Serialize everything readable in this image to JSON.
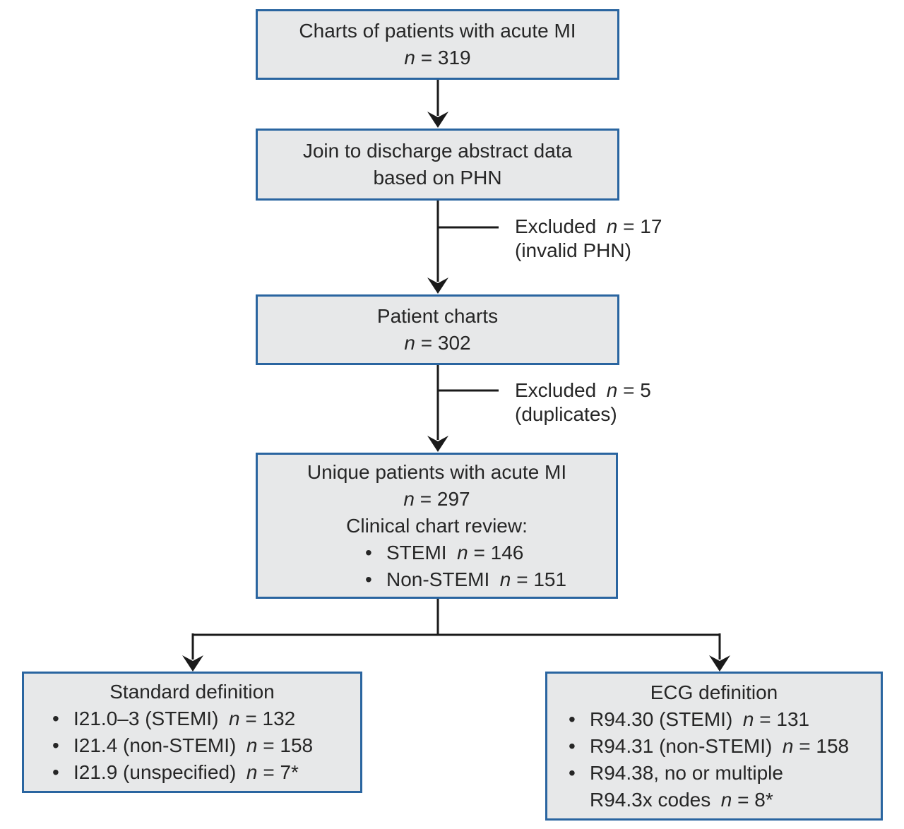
{
  "chars": {
    "bullet": "•"
  },
  "colors": {
    "box_fill": "#e7e8e9",
    "box_border": "#2a65a0",
    "text": "#262626",
    "line": "#1a1a1a"
  },
  "diagram": {
    "box1": {
      "title": "Charts of patients with acute MI",
      "n": "n",
      "rest": "= 319"
    },
    "box2": {
      "line1": "Join to discharge abstract data",
      "line2": "based on PHN"
    },
    "excl1": {
      "label": "Excluded",
      "n": "n",
      "rest": "= 17",
      "reason": "(invalid PHN)"
    },
    "box3": {
      "title": "Patient charts",
      "n": "n",
      "rest": "= 302"
    },
    "excl2": {
      "label": "Excluded",
      "n": "n",
      "rest": "= 5",
      "reason": "(duplicates)"
    },
    "box4": {
      "title": "Unique patients with acute MI",
      "n": "n",
      "rest": "= 297",
      "subtitle": "Clinical chart review:",
      "bullets": [
        {
          "pre": "STEMI",
          "n": "n",
          "rest": "= 146"
        },
        {
          "pre": "Non-STEMI",
          "n": "n",
          "rest": "= 151"
        }
      ]
    },
    "box5": {
      "title": "Standard definition",
      "bullets": [
        {
          "pre": "I21.0–3 (STEMI)",
          "n": "n",
          "rest": "= 132"
        },
        {
          "pre": "I21.4 (non-STEMI)",
          "n": "n",
          "rest": "= 158"
        },
        {
          "pre": "I21.9 (unspecified)",
          "n": "n",
          "rest": "= 7*"
        }
      ]
    },
    "box6": {
      "title": "ECG definition",
      "bullets": [
        {
          "pre": "R94.30 (STEMI)",
          "n": "n",
          "rest": "= 131"
        },
        {
          "pre": "R94.31 (non-STEMI)",
          "n": "n",
          "rest": "= 158"
        },
        {
          "pre": "R94.38, no or multiple",
          "pre2": "R94.3x codes",
          "n": "n",
          "rest": "= 8*"
        }
      ]
    }
  }
}
